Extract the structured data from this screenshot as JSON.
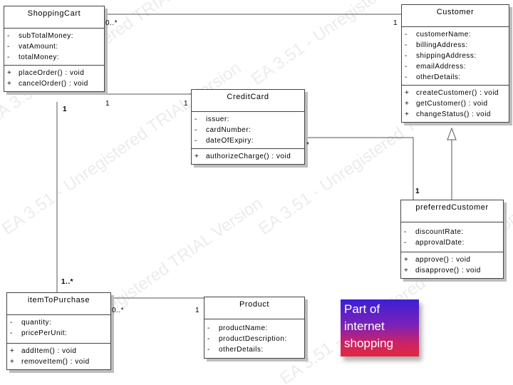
{
  "classes": {
    "shopping_cart": {
      "name": "ShoppingCart",
      "attributes": [
        {
          "vis": "-",
          "text": "subTotalMoney:"
        },
        {
          "vis": "-",
          "text": "vatAmount:"
        },
        {
          "vis": "-",
          "text": "totalMoney:"
        }
      ],
      "operations": [
        {
          "vis": "+",
          "text": "placeOrder() : void"
        },
        {
          "vis": "+",
          "text": "cancelOrder() : void"
        }
      ]
    },
    "customer": {
      "name": "Customer",
      "attributes": [
        {
          "vis": "-",
          "text": "customerName:"
        },
        {
          "vis": "-",
          "text": "billingAddress:"
        },
        {
          "vis": "-",
          "text": "shippingAddress:"
        },
        {
          "vis": "-",
          "text": "emailAddress:"
        },
        {
          "vis": "-",
          "text": "otherDetails:"
        }
      ],
      "operations": [
        {
          "vis": "+",
          "text": "createCustomer() : void"
        },
        {
          "vis": "+",
          "text": "getCustomer() : void"
        },
        {
          "vis": "+",
          "text": "changeStatus() : void"
        }
      ]
    },
    "credit_card": {
      "name": "CreditCard",
      "attributes": [
        {
          "vis": "-",
          "text": "issuer:"
        },
        {
          "vis": "-",
          "text": "cardNumber:"
        },
        {
          "vis": "-",
          "text": "dateOfExpiry:"
        }
      ],
      "operations": [
        {
          "vis": "+",
          "text": "authorizeCharge() : void"
        }
      ]
    },
    "preferred_customer": {
      "name": "preferredCustomer",
      "attributes": [
        {
          "vis": "-",
          "text": "discountRate:"
        },
        {
          "vis": "-",
          "text": "approvalDate:"
        }
      ],
      "operations": [
        {
          "vis": "+",
          "text": "approve() : void"
        },
        {
          "vis": "+",
          "text": "disapprove() : void"
        }
      ]
    },
    "item_to_purchase": {
      "name": "itemToPurchase",
      "attributes": [
        {
          "vis": "-",
          "text": "quantity:"
        },
        {
          "vis": "-",
          "text": "pricePerUnit:"
        }
      ],
      "operations": [
        {
          "vis": "+",
          "text": "addItem() : void"
        },
        {
          "vis": "+",
          "text": "removeItem() : void"
        }
      ]
    },
    "product": {
      "name": "Product",
      "attributes": [
        {
          "vis": "-",
          "text": "productName:"
        },
        {
          "vis": "-",
          "text": "productDescription:"
        },
        {
          "vis": "-",
          "text": "otherDetails:"
        }
      ],
      "operations": []
    }
  },
  "multiplicities": {
    "cart_customer_cart": "0..*",
    "cart_customer_customer": "1",
    "cart_item_cart": "1",
    "cart_card_cart": "1",
    "cart_card_card": "1",
    "card_customer_card": "*",
    "customer_preferred": "1",
    "cart_item_item": "1..*",
    "item_product_item": "0..*",
    "item_product_product": "1"
  },
  "note": {
    "text": "Part of internet shopping"
  },
  "watermark": {
    "text": "EA 3.51 - Unregistered TRIAL Version"
  },
  "colors": {
    "line": "#555555",
    "border": "#444444",
    "shadow": "#bdbdbd",
    "note_top": "#3c1fd6",
    "note_bottom": "#e2283c"
  }
}
